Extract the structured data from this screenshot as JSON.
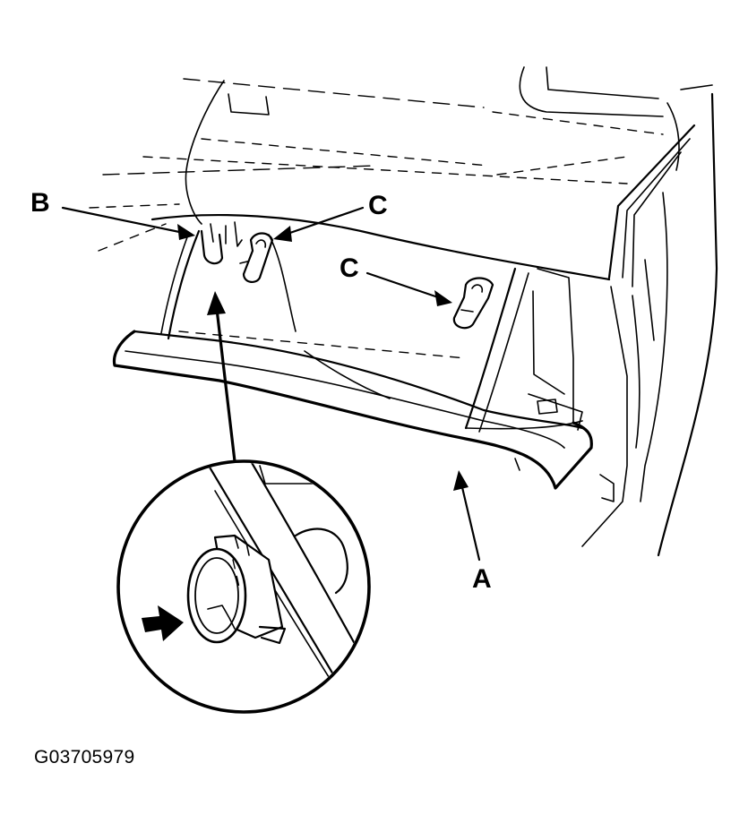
{
  "callouts": {
    "a": "A",
    "b": "B",
    "c_left": "C",
    "c_right": "C"
  },
  "figure_id": "G03705979",
  "icons": {
    "detail_view": "magnified-clip-circle",
    "push_arrow": "push-direction-arrow"
  }
}
